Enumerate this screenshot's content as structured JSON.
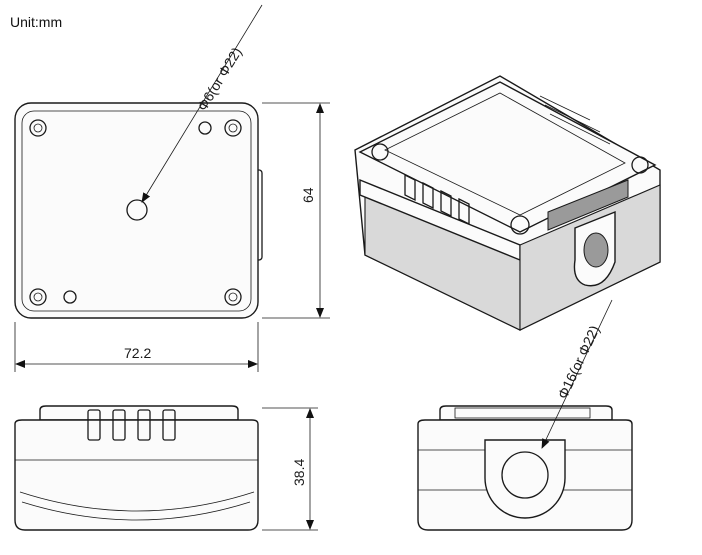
{
  "unit_label": "Unit:mm",
  "dimensions": {
    "hole_top": "Φ6(or Φ22)",
    "height": "64",
    "width": "72.2",
    "depth": "38.4",
    "hole_side": "Φ16(or Φ22)"
  }
}
